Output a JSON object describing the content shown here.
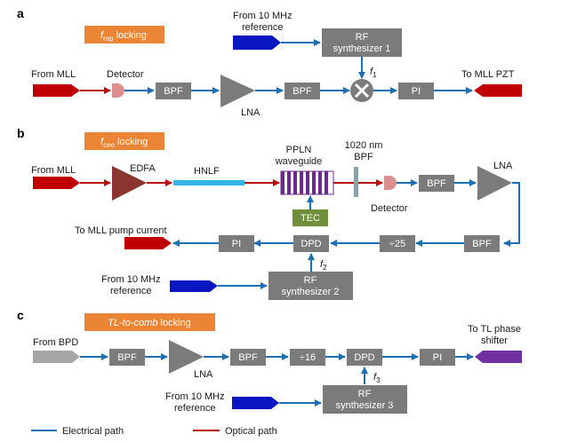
{
  "colors": {
    "electrical": "#1a6fb5",
    "optical": "#b80d0d",
    "box_gray": "#7b7b7b",
    "tag_orange": "#ec8435",
    "mll_red": "#c00000",
    "ref_blue": "#0a16c2",
    "edfa": "#8b3530",
    "hnlf": "#31b5e8",
    "ppln": "#6a2a8e",
    "tec": "#6f8f3a",
    "detector": "#dc8f8f",
    "bpd_gray": "#a6a6a6",
    "phase_shifter": "#7030a0",
    "filter_slab": "#8aa3ab"
  },
  "panel_a": {
    "letter": "a",
    "tag": {
      "main": "f",
      "sub": "rep",
      "rest": " locking"
    },
    "ref_label_1": "From 10 MHz",
    "ref_label_2": "reference",
    "synth_line1": "RF",
    "synth_line2": "synthesizer 1",
    "source_label": "From MLL",
    "detector_label": "Detector",
    "bpf1": "BPF",
    "lna_label": "LNA",
    "bpf2": "BPF",
    "freq_label": {
      "main": "f",
      "sub": "1"
    },
    "pi": "PI",
    "output_label": "To MLL PZT"
  },
  "panel_b": {
    "letter": "b",
    "tag": {
      "main": "f",
      "sub": "ceo",
      "rest": " locking"
    },
    "source_label": "From MLL",
    "edfa_label": "EDFA",
    "hnlf_label": "HNLF",
    "ppln_label_1": "PPLN",
    "ppln_label_2": "waveguide",
    "filter_label_1": "1020 nm",
    "filter_label_2": "BPF",
    "detector_label": "Detector",
    "bpf1": "BPF",
    "lna_label": "LNA",
    "tec": "TEC",
    "output_label": "To MLL pump current",
    "pi": "PI",
    "dpd": "DPD",
    "divider": "÷25",
    "bpf2": "BPF",
    "freq_label": {
      "main": "f",
      "sub": "2"
    },
    "ref_label_1": "From 10 MHz",
    "ref_label_2": "reference",
    "synth_line1": "RF",
    "synth_line2": "synthesizer 2"
  },
  "panel_c": {
    "letter": "c",
    "tag": {
      "italic": "TL-to-comb",
      "rest": " locking"
    },
    "source_label": "From BPD",
    "bpf1": "BPF",
    "lna_label": "LNA",
    "bpf2": "BPF",
    "divider": "÷16",
    "dpd": "DPD",
    "pi": "PI",
    "output_label_1": "To TL phase",
    "output_label_2": "shifter",
    "freq_label": {
      "main": "f",
      "sub": "3"
    },
    "ref_label_1": "From 10 MHz",
    "ref_label_2": "reference",
    "synth_line1": "RF",
    "synth_line2": "synthesizer 3"
  },
  "legend": {
    "electrical": "Electrical path",
    "optical": "Optical path"
  }
}
